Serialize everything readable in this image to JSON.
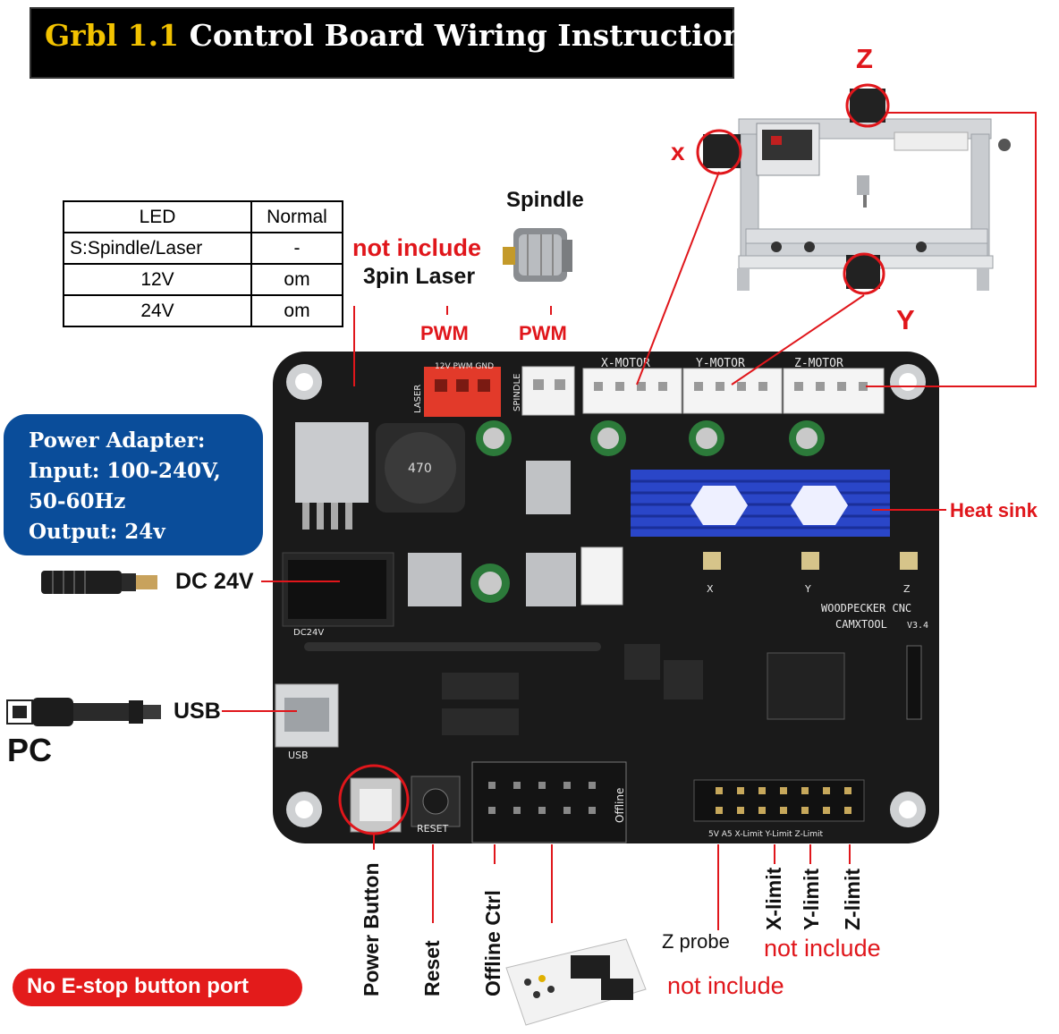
{
  "title": {
    "highlight": "Grbl 1.1",
    "rest": "Control Board Wiring Instructions"
  },
  "led_table": {
    "headers": [
      "LED",
      "Normal"
    ],
    "rows": [
      [
        "S:Spindle/Laser",
        "-"
      ],
      [
        "12V",
        "om"
      ],
      [
        "24V",
        "om"
      ]
    ]
  },
  "labels": {
    "spindle": "Spindle",
    "not_include_laser": "not include",
    "laser_3pin": "3pin Laser",
    "pwm_1": "PWM",
    "pwm_2": "PWM",
    "heat_sink": "Heat sink",
    "axis_x": "x",
    "axis_y": "Y",
    "axis_z": "Z",
    "dc24v": "DC 24V",
    "usb": "USB",
    "pc": "PC",
    "power_button": "Power Button",
    "reset": "Reset",
    "offline_ctrl": "Offline Ctrl",
    "z_probe": "Z probe",
    "x_limit": "X-limit",
    "y_limit": "Y-limit",
    "z_limit": "Z-limit",
    "not_include_limits": "not include",
    "not_include_probe": "not include",
    "no_estop": "No E-stop button port"
  },
  "power_adapter": {
    "line1": "Power Adapter:",
    "line2": "Input: 100-240V,",
    "line3": "50-60Hz",
    "line4": "Output: 24v"
  },
  "board": {
    "silk_x_motor": "X-MOTOR",
    "silk_y_motor": "Y-MOTOR",
    "silk_z_motor": "Z-MOTOR",
    "silk_spindle": "SPINDLE",
    "silk_laser": "LASER",
    "silk_laser_pins": "12V PWM GND",
    "silk_brand1": "WOODPECKER CNC",
    "silk_brand2": "CAMXTOOL",
    "silk_version": "V3.4",
    "silk_offline": "Offline",
    "silk_reset": "RESET",
    "silk_usb": "USB",
    "silk_dc": "DC24V",
    "silk_inductor": "470",
    "silk_pins": "5V  A5  X-Limit  Y-Limit  Z-Limit",
    "silk_trim_x": "X",
    "silk_trim_y": "Y",
    "silk_trim_z": "Z"
  },
  "colors": {
    "accent_red": "#e0161b",
    "pcb": "#1a1a1a",
    "heat_sink": "#2a46c8",
    "power_box": "#0a4d9a",
    "title_yellow": "#f2c200"
  }
}
